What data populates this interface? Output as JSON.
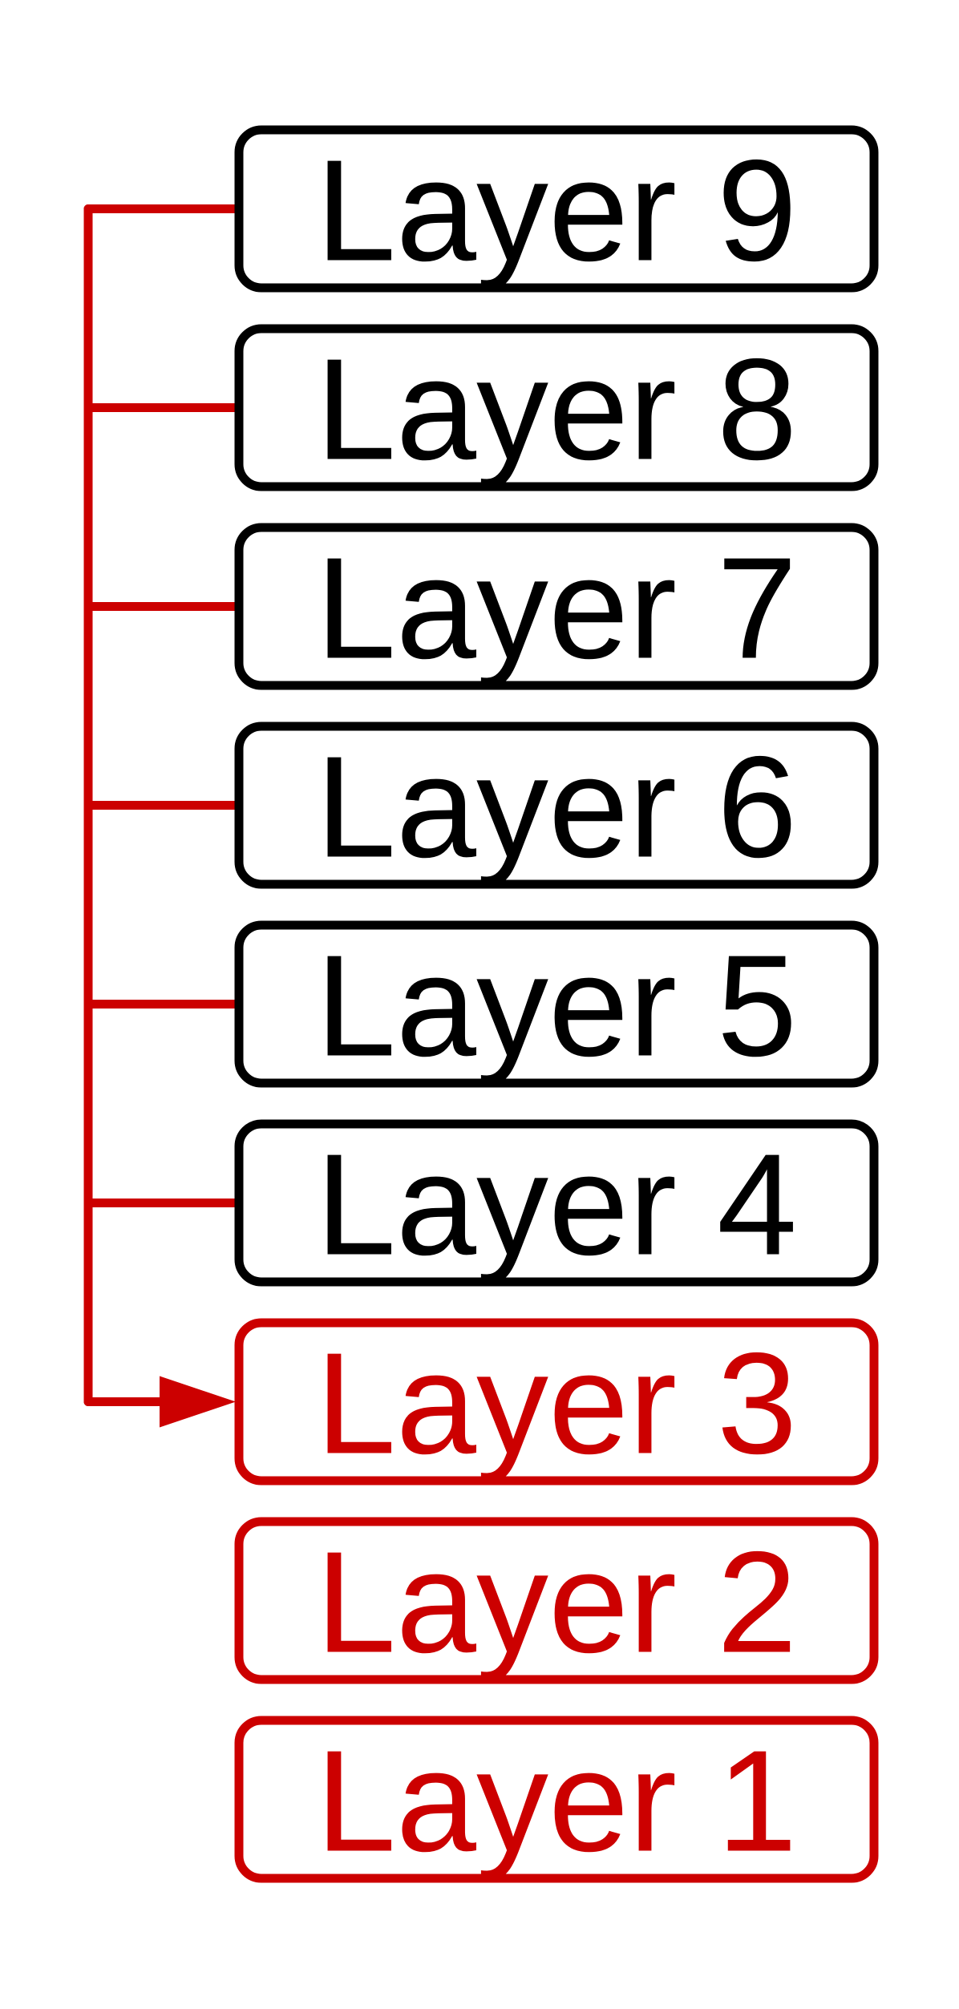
{
  "diagram": {
    "colors": {
      "default": "#000000",
      "highlight": "#cc0000",
      "connector": "#cc0000",
      "background": "#ffffff"
    },
    "layers": [
      {
        "label": "Layer 9",
        "highlighted": false,
        "connector": "source"
      },
      {
        "label": "Layer 8",
        "highlighted": false,
        "connector": "source"
      },
      {
        "label": "Layer 7",
        "highlighted": false,
        "connector": "source"
      },
      {
        "label": "Layer 6",
        "highlighted": false,
        "connector": "source"
      },
      {
        "label": "Layer 5",
        "highlighted": false,
        "connector": "source"
      },
      {
        "label": "Layer 4",
        "highlighted": false,
        "connector": "source"
      },
      {
        "label": "Layer 3",
        "highlighted": true,
        "connector": "target"
      },
      {
        "label": "Layer 2",
        "highlighted": true,
        "connector": "none"
      },
      {
        "label": "Layer 1",
        "highlighted": true,
        "connector": "none"
      }
    ]
  }
}
